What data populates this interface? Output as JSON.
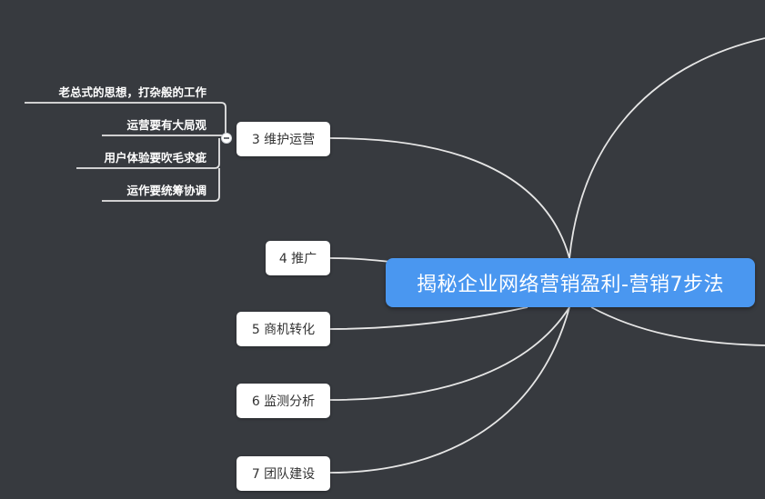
{
  "mindmap": {
    "root": {
      "label": "揭秘企业网络营销盈利-营销7步法"
    },
    "branches": [
      {
        "id": "b3",
        "label": "3 维护运营"
      },
      {
        "id": "b4",
        "label": "4 推广"
      },
      {
        "id": "b5",
        "label": "5 商机转化"
      },
      {
        "id": "b6",
        "label": "6 监测分析"
      },
      {
        "id": "b7",
        "label": "7 团队建设"
      }
    ],
    "leaves": [
      {
        "label": "老总式的思想，打杂般的工作"
      },
      {
        "label": "运营要有大局观"
      },
      {
        "label": "用户体验要吹毛求疵"
      },
      {
        "label": "运作要统筹协调"
      }
    ]
  },
  "colors": {
    "background": "#373a3f",
    "root_fill": "#4a97f0",
    "node_fill": "#ffffff",
    "line": "#e6e6e6"
  },
  "icons": {
    "collapse_toggle": "minus-circle-icon"
  }
}
